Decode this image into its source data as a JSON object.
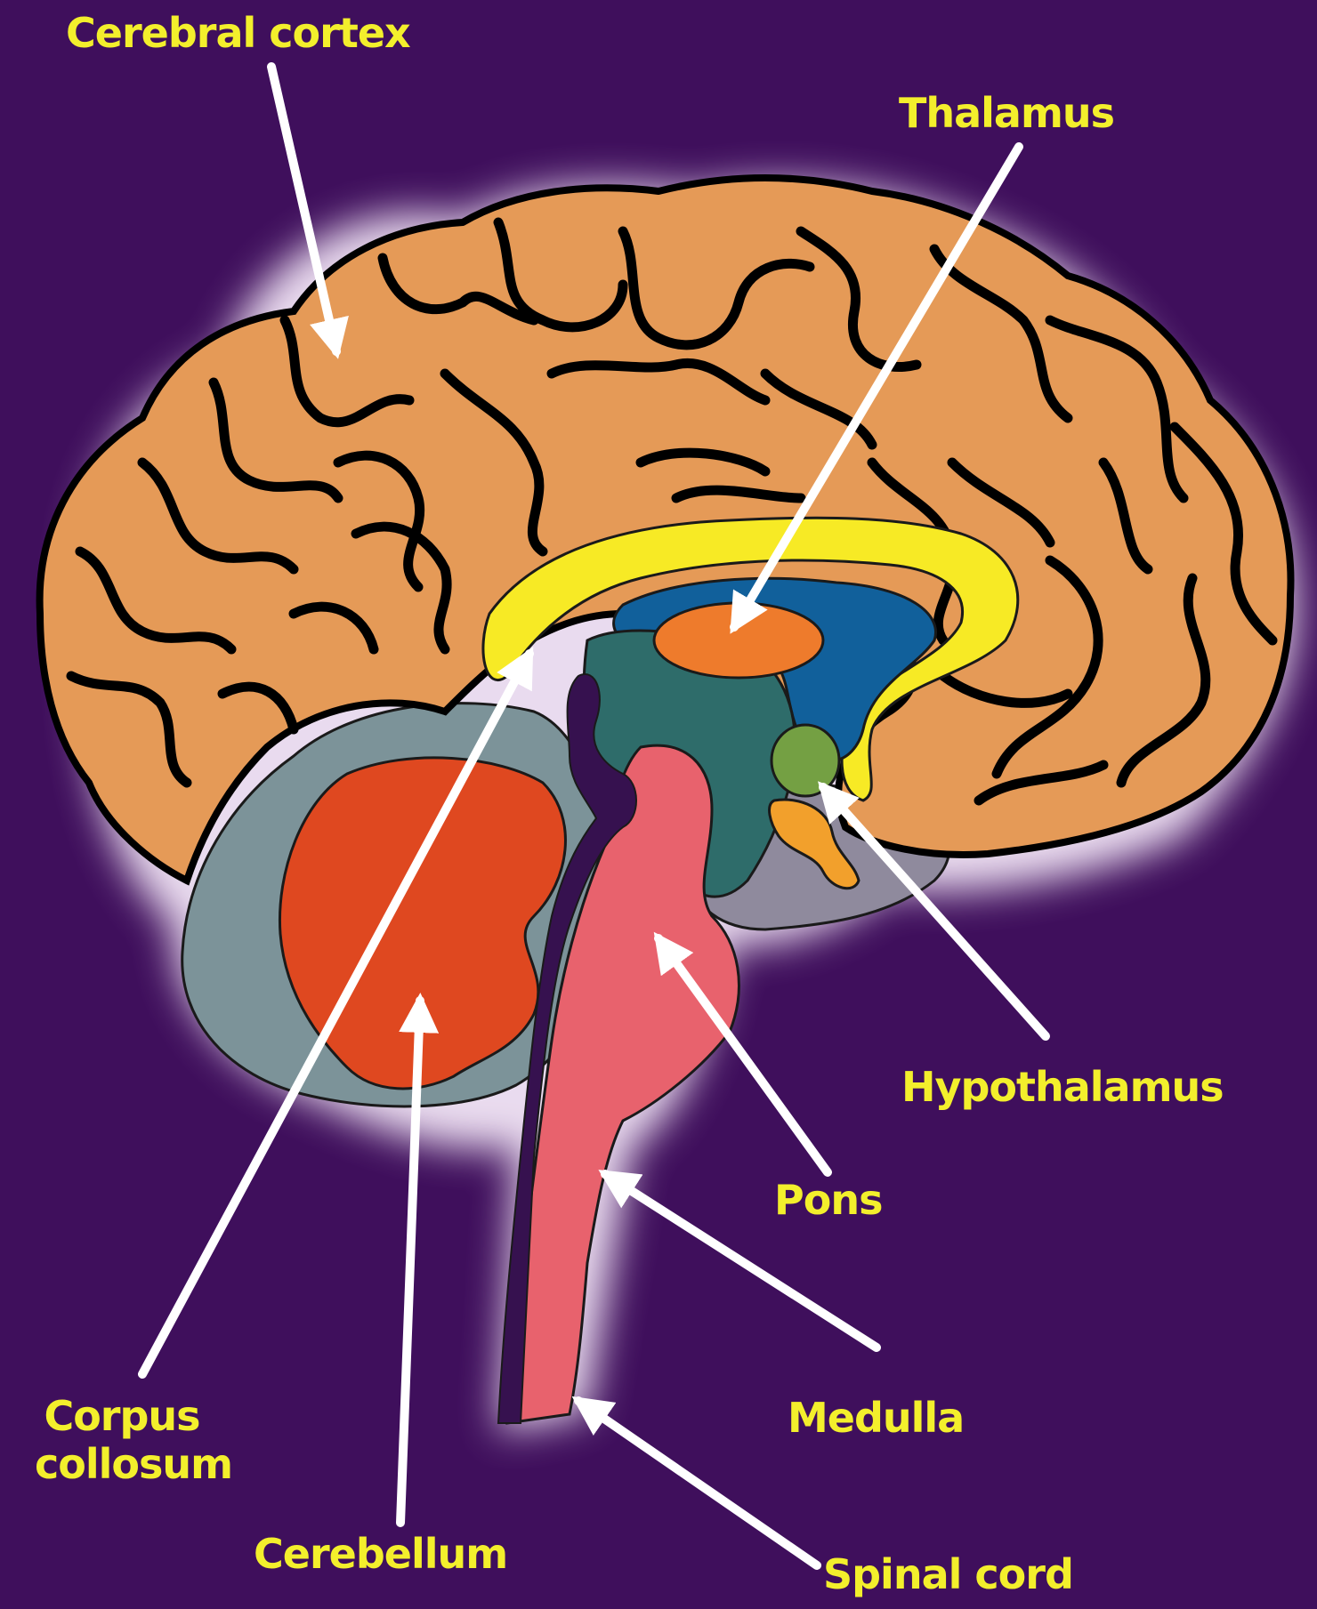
{
  "diagram": {
    "labels": {
      "cerebral_cortex": "Cerebral cortex",
      "thalamus": "Thalamus",
      "hypothalamus": "Hypothalamus",
      "pons": "Pons",
      "corpus_callosum_line1": "Corpus",
      "corpus_callosum_line2": "collosum",
      "cerebellum": "Cerebellum",
      "medulla": "Medulla",
      "spinal_cord": "Spinal cord"
    },
    "colors": {
      "background": "#3f0f5c",
      "label_text": "#f3ef2c",
      "arrow": "#ffffff",
      "cortex": "#e59a57",
      "sulci": "#000000",
      "corpus_callosum": "#f7ea25",
      "lateral_ventricle": "#11609b",
      "thalamus": "#ee7b2c",
      "hypothalamus": "#74a043",
      "midbrain": "#2e6c6a",
      "cerebellum_outer": "#7c9399",
      "cerebellum_inner": "#df4820",
      "brainstem": "#e8626d",
      "fourth_ventricle": "#36114f",
      "pituitary": "#f2a02c",
      "temporal_underside": "#8f8a9d"
    }
  }
}
